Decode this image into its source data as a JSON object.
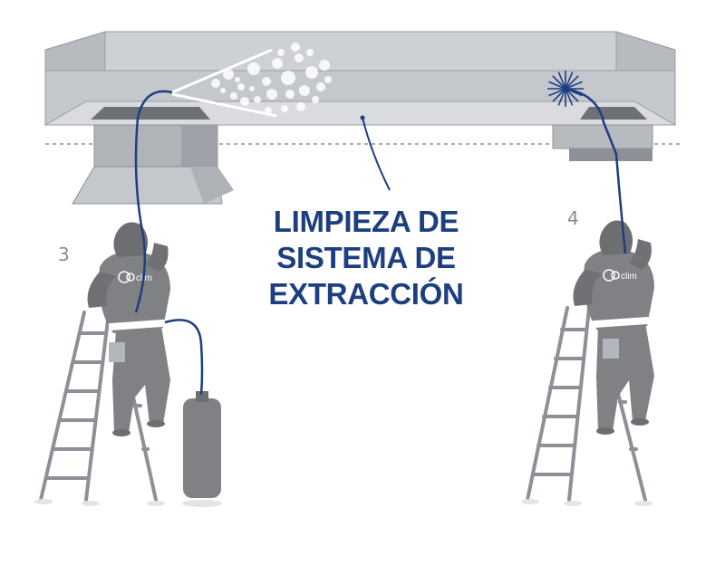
{
  "title": {
    "line1": "LIMPIEZA DE",
    "line2": "SISTEMA DE",
    "line3": "EXTRACCIÓN"
  },
  "steps": {
    "left": "3",
    "right": "4"
  },
  "logo": {
    "brand_text": "clim"
  },
  "colors": {
    "hood_light": "#c5c8cd",
    "hood_mid": "#b3b6bc",
    "hood_dark": "#8d9096",
    "worker": "#7f8185",
    "hose": "#1d3f80",
    "title": "#1d3f80"
  },
  "icons": [
    "spray-nozzle-icon",
    "rotary-brush-icon",
    "clim-logo-icon"
  ]
}
